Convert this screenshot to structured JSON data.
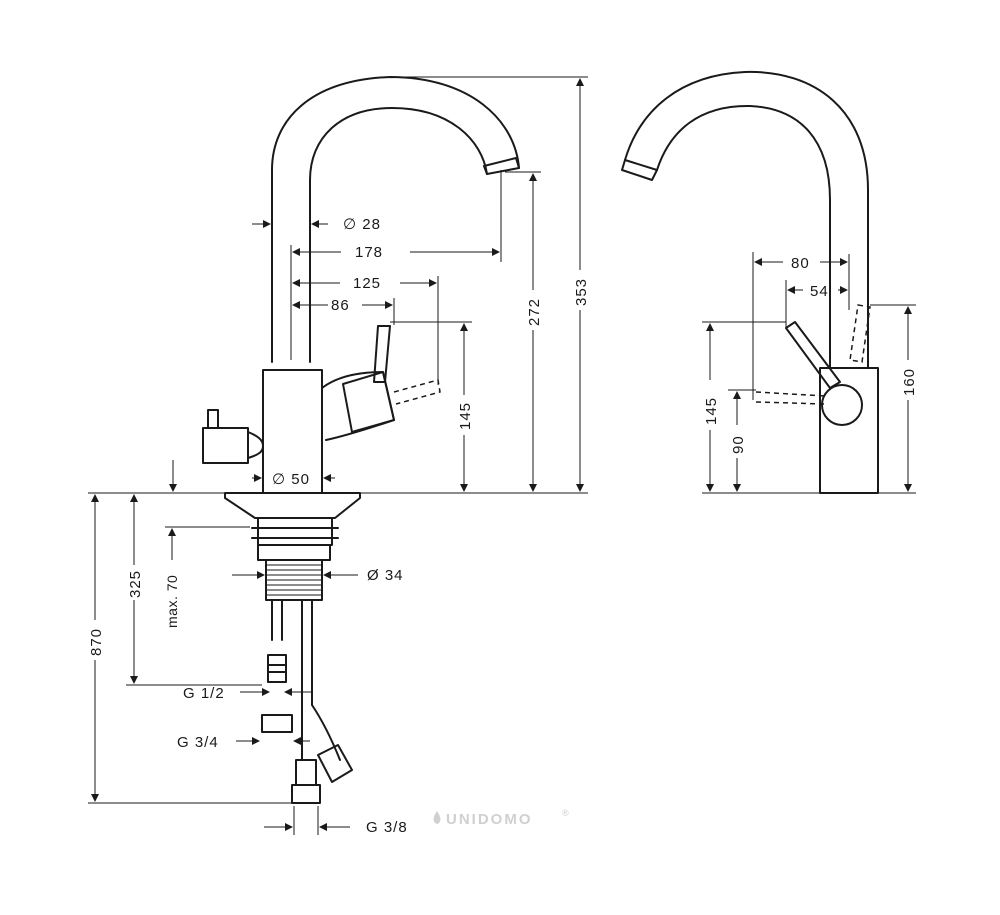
{
  "drawing": {
    "dim_28": "∅ 28",
    "dim_178": "178",
    "dim_125": "125",
    "dim_86": "86",
    "dim_50": "∅ 50",
    "dim_145_front": "145",
    "dim_272": "272",
    "dim_353": "353",
    "dim_34": "Ø 34",
    "dim_325": "325",
    "dim_max70": "max. 70",
    "dim_870": "870",
    "thread_g12": "G 1/2",
    "thread_g34": "G 3/4",
    "thread_g38": "G 3/8",
    "dim_80": "80",
    "dim_54": "54",
    "dim_145_side": "145",
    "dim_90": "90",
    "dim_160": "160"
  },
  "watermark": {
    "brand": "UNIDOMO",
    "mark": "®"
  }
}
